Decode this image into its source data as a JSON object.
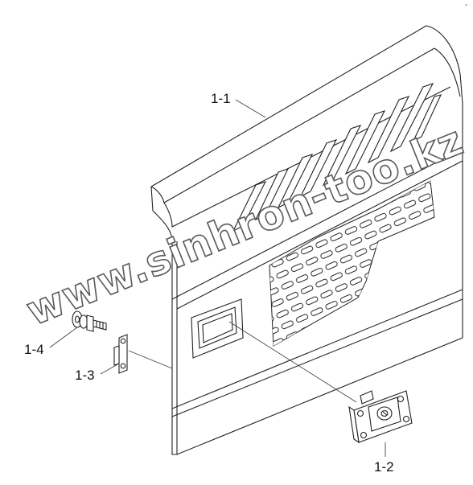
{
  "callouts": {
    "panel": "1-1",
    "latch": "1-2",
    "bracket": "1-3",
    "bolt": "1-4"
  },
  "watermark": "www.sinhron-too.kz",
  "corner_mark": "-"
}
